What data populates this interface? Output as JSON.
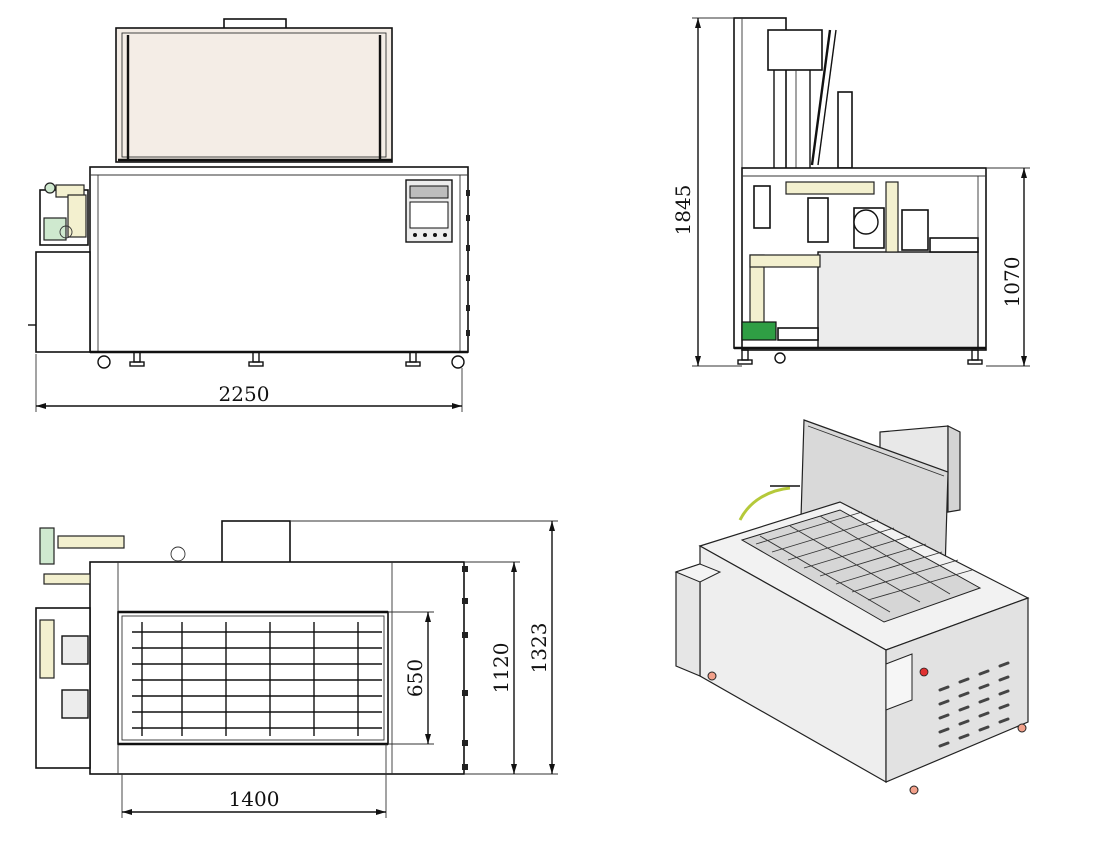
{
  "views": {
    "front": {
      "width_label": "2250"
    },
    "side": {
      "height_label": "1845",
      "body_height_label": "1070"
    },
    "top": {
      "basket_width_label": "1400",
      "basket_depth_label": "650",
      "body_depth_label": "1120",
      "total_depth_label": "1323"
    },
    "isometric": {}
  },
  "colors": {
    "lid": "#f4ede6",
    "pipe": "#f3f0cf",
    "pump": "#2f9e44",
    "stop_button": "#e03131",
    "iso_body": "#eeeeee"
  }
}
